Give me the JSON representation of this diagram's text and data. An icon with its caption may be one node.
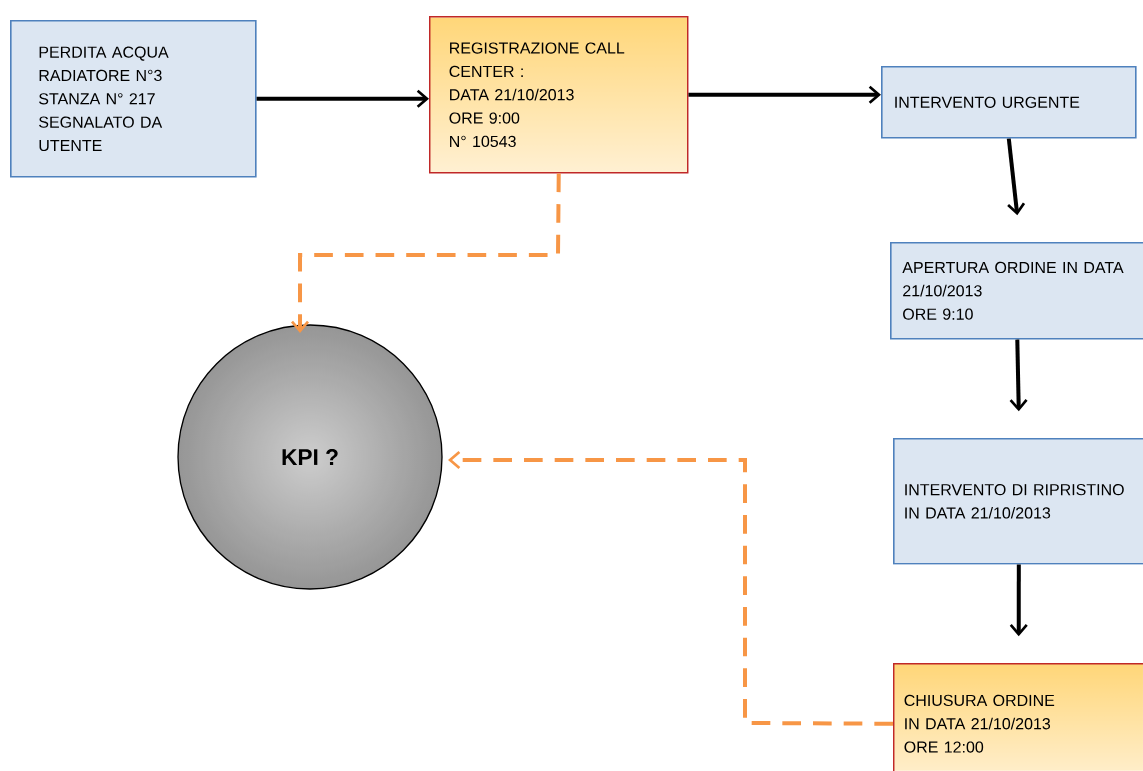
{
  "diagram": {
    "nodes": [
      {
        "text": [
          "PERDITA ACQUA RADIATORE N°3 STANZA N° 217 SEGNALATO DA UTENTE"
        ]
      },
      {
        "text": [
          "REGISTRAZIONE CALL CENTER :",
          "DATA 21/10/2013",
          "ORE 9:00",
          "N° 10543"
        ]
      },
      {
        "text": [
          "INTERVENTO URGENTE"
        ]
      },
      {
        "text": [
          "APERTURA ORDINE IN DATA  21/10/2013",
          "ORE 9:10"
        ]
      },
      {
        "text": [
          "INTERVENTO DI RIPRISTINO",
          "IN DATA 21/10/2013"
        ]
      },
      {
        "text": [
          "CHIUSURA ORDINE",
          "IN DATA 21/10/2013",
          "ORE 12:00"
        ]
      },
      {
        "text": [
          "KPI ?"
        ]
      }
    ],
    "edges": [
      {
        "from": 0,
        "to": 1,
        "arrow": "to"
      },
      {
        "from": 1,
        "to": 2,
        "arrow": "to"
      },
      {
        "from": 2,
        "to": 3,
        "arrow": "to"
      },
      {
        "from": 3,
        "to": 4,
        "arrow": "to"
      },
      {
        "from": 4,
        "to": 5,
        "arrow": "to"
      },
      {
        "from": 1,
        "to": 6,
        "arrow": "to",
        "style": "dashed",
        "color": "#f79646"
      },
      {
        "from": 5,
        "to": 6,
        "arrow": "to",
        "style": "dashed",
        "color": "#f79646"
      }
    ]
  }
}
